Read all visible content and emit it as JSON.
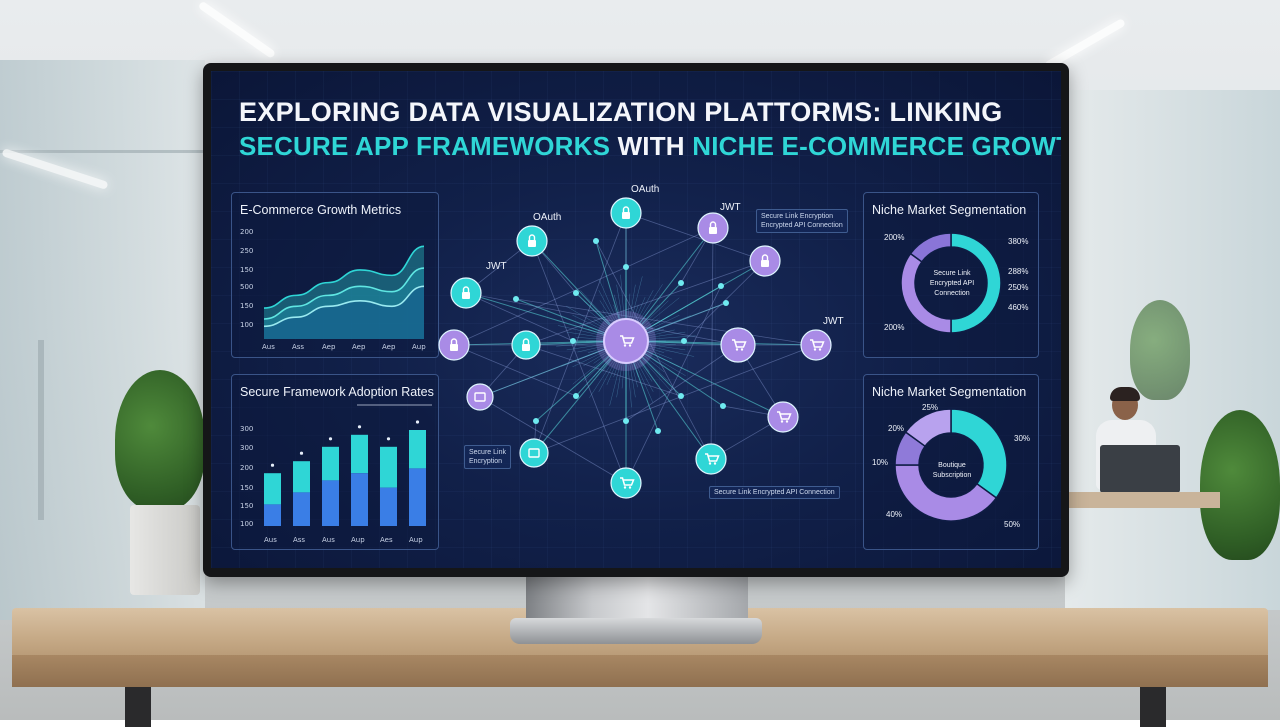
{
  "dashboard": {
    "title_line1": "EXPLORING DATA VISUALIZATION PLATTORMS: LINKING",
    "title_line2_part1": "SECURE APP FRAMEWORKS",
    "title_line2_part2": "WITH",
    "title_line2_part3": "NICHE E-COMMERCE GROWTH"
  },
  "panels": {
    "growth": {
      "title": "E-Commerce Growth Metrics",
      "y_ticks": [
        "200",
        "250",
        "150",
        "500",
        "150",
        "100"
      ],
      "x_ticks": [
        "Aus",
        "Ass",
        "Aep",
        "Aep",
        "Aep",
        "Aup"
      ]
    },
    "adoption": {
      "title": "Secure Framework Adoption Rates",
      "y_ticks": [
        "300",
        "300",
        "200",
        "150",
        "150",
        "100"
      ],
      "x_ticks": [
        "Aus",
        "Ass",
        "Aus",
        "Aup",
        "Aes",
        "Aup"
      ]
    },
    "segmentation_top": {
      "title": "Niche Market Segmentation",
      "center": "Secure Link\nEncrypted API\nConnection",
      "labels": [
        "200%",
        "380%",
        "288%",
        "250%",
        "460%",
        "200%"
      ]
    },
    "segmentation_bottom": {
      "title": "Niche Market Segmentation",
      "center": "Boutique\nSubscription",
      "labels": [
        "25%",
        "20%",
        "30%",
        "10%",
        "40%",
        "50%"
      ]
    }
  },
  "network": {
    "labels": [
      "OAuth",
      "OAuth",
      "JWT",
      "JWT",
      "JWT"
    ],
    "tags": [
      "Secure Link Encryption\nEncrypted API Connection",
      "Secure Link\nEncryption",
      "Secure Link Encrypted API Connection"
    ]
  },
  "chart_data": [
    {
      "type": "area",
      "title": "E-Commerce Growth Metrics",
      "categories": [
        "Aus",
        "Ass",
        "Aep",
        "Aep",
        "Aep",
        "Aup"
      ],
      "series": [
        {
          "values": [
            3.2,
            3.9,
            4.6,
            5.3,
            5.0,
            6.6
          ]
        },
        {
          "values": [
            2.6,
            3.3,
            3.9,
            4.4,
            4.1,
            5.4
          ]
        },
        {
          "values": [
            2.2,
            2.7,
            3.3,
            3.6,
            3.3,
            4.4
          ]
        }
      ]
    },
    {
      "type": "bar",
      "title": "Secure Framework Adoption Rates",
      "categories": [
        "Aus",
        "Ass",
        "Aus",
        "Aup",
        "Aes",
        "Aup"
      ],
      "series": [
        {
          "values": [
            110,
            135,
            165,
            190,
            165,
            200
          ]
        },
        {
          "values": [
            45,
            70,
            95,
            110,
            80,
            120
          ]
        }
      ]
    },
    {
      "type": "pie",
      "title": "Niche Market Segmentation",
      "values": [
        50,
        35,
        15
      ]
    },
    {
      "type": "pie",
      "title": "Niche Market Segmentation",
      "values": [
        35,
        40,
        10,
        15
      ]
    }
  ],
  "colors": {
    "cyan": "#2fd6d6",
    "teal": "#1fb6b0",
    "violet": "#a98be6",
    "screen_bg": "#0f1d45"
  }
}
